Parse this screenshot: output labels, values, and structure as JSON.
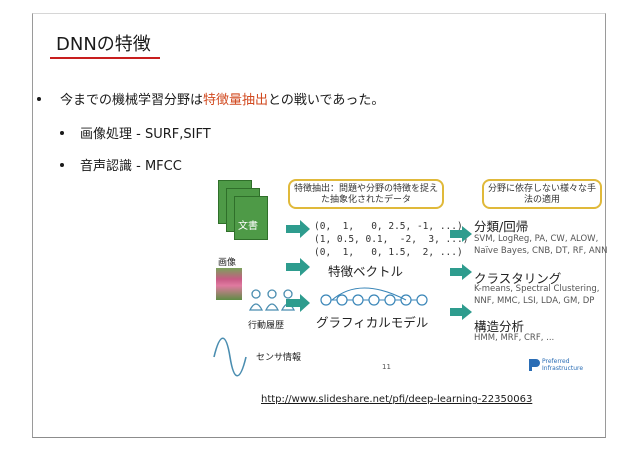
{
  "slide": {
    "title": "DNNの特徴",
    "bullets": [
      {
        "text_before": "今までの機械学習分野は",
        "highlight": "特徴量抽出",
        "text_after": "との戦いであった。"
      },
      {
        "text": "画像処理 - SURF,SIFT"
      },
      {
        "text": "音声認識 - MFCC"
      }
    ],
    "highlight_color": "#d1491f",
    "source_url": "http://www.slideshare.net/pfi/deep-learning-22350063"
  },
  "figure": {
    "doc_label": "文書",
    "image_label": "画像",
    "behavior_label": "行動履歴",
    "sensor_label": "センサ情報",
    "note_left": "特徴抽出：問題や分野の特徴を捉えた抽象化されたデータ",
    "note_right": "分野に依存しない様々な手法の適用",
    "vectors": [
      "(0,  1,   0, 2.5, -1, ...)",
      "(1, 0.5, 0.1,  -2,  3, ...)",
      "(0,  1,   0, 1.5,  2, ...)"
    ],
    "feature_vector_label": "特徴ベクトル",
    "graphical_model_label": "グラフィカルモデル",
    "methods": [
      {
        "title": "分類/回帰",
        "detail_1": "SVM, LogReg, PA, CW, ALOW,",
        "detail_2": "Naïve Bayes, CNB, DT, RF, ANN"
      },
      {
        "title": "クラスタリング",
        "detail_1": "K-means, Spectral Clustering,",
        "detail_2": "NNF, MMC, LSI, LDA, GM, DP"
      },
      {
        "title": "構造分析",
        "detail_1": "HMM, MRF, CRF, ...",
        "detail_2": ""
      }
    ],
    "page_number": "11",
    "logo_text_1": "Preferred",
    "logo_text_2": "Infrastructure",
    "accent_green": "#2e9c8e",
    "doc_green": "#4e9a47",
    "box_border": "#e0b93a"
  }
}
